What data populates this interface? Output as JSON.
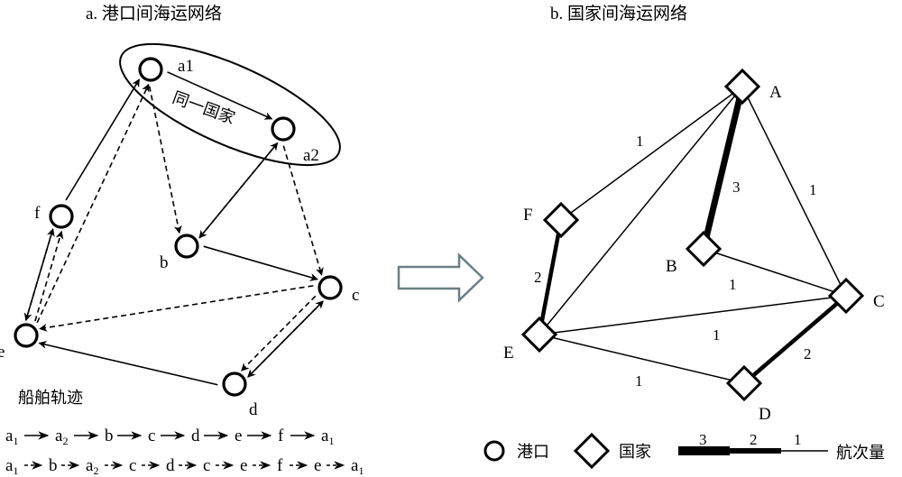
{
  "panel_a": {
    "title": "a. 港口间海运网络",
    "same_country_label": "同一国家",
    "trajectory_label": "船舶轨迹",
    "ports": [
      {
        "id": "a1",
        "label": "a1"
      },
      {
        "id": "a2",
        "label": "a2"
      },
      {
        "id": "b",
        "label": "b"
      },
      {
        "id": "c",
        "label": "c"
      },
      {
        "id": "d",
        "label": "d"
      },
      {
        "id": "e",
        "label": "e"
      },
      {
        "id": "f",
        "label": "f"
      }
    ],
    "trajectory_solid": [
      "a1",
      "a2",
      "b",
      "c",
      "d",
      "e",
      "f",
      "a1"
    ],
    "trajectory_dashed": [
      "a1",
      "b",
      "a2",
      "c",
      "d",
      "c",
      "e",
      "f",
      "e",
      "a1"
    ],
    "seq_solid": [
      {
        "base": "a",
        "sub": "1"
      },
      {
        "base": "a",
        "sub": "2"
      },
      {
        "base": "b",
        "sub": ""
      },
      {
        "base": "c",
        "sub": ""
      },
      {
        "base": "d",
        "sub": ""
      },
      {
        "base": "e",
        "sub": ""
      },
      {
        "base": "f",
        "sub": ""
      },
      {
        "base": "a",
        "sub": "1"
      }
    ],
    "seq_dashed": [
      {
        "base": "a",
        "sub": "1"
      },
      {
        "base": "b",
        "sub": ""
      },
      {
        "base": "a",
        "sub": "2"
      },
      {
        "base": "c",
        "sub": ""
      },
      {
        "base": "d",
        "sub": ""
      },
      {
        "base": "c",
        "sub": ""
      },
      {
        "base": "e",
        "sub": ""
      },
      {
        "base": "f",
        "sub": ""
      },
      {
        "base": "e",
        "sub": ""
      },
      {
        "base": "a",
        "sub": "1"
      }
    ]
  },
  "panel_b": {
    "title": "b. 国家间海运网络",
    "countries": [
      "A",
      "B",
      "C",
      "D",
      "E",
      "F"
    ],
    "edges": [
      {
        "from": "A",
        "to": "B",
        "weight": 3
      },
      {
        "from": "A",
        "to": "F",
        "weight": 1
      },
      {
        "from": "A",
        "to": "C",
        "weight": 1
      },
      {
        "from": "A",
        "to": "E",
        "weight": 1
      },
      {
        "from": "F",
        "to": "E",
        "weight": 2
      },
      {
        "from": "B",
        "to": "C",
        "weight": 1
      },
      {
        "from": "E",
        "to": "C",
        "weight": 1
      },
      {
        "from": "E",
        "to": "D",
        "weight": 1
      },
      {
        "from": "C",
        "to": "D",
        "weight": 2
      }
    ]
  },
  "legend": {
    "port_label": "港口",
    "country_label": "国家",
    "weight_label": "航次量",
    "weight_ticks": [
      "3",
      "2",
      "1"
    ]
  },
  "colors": {
    "ink": "#000000",
    "transform_arrow": "#6a7f86"
  }
}
